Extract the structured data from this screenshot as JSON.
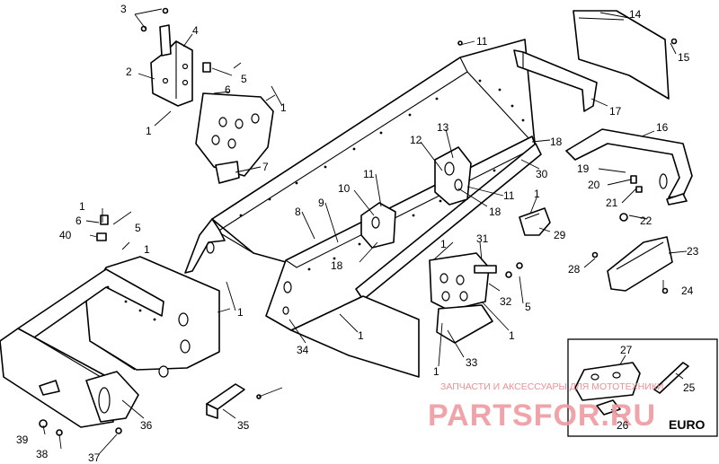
{
  "callouts": [
    {
      "id": "c3",
      "text": "3"
    },
    {
      "id": "c4",
      "text": "4"
    },
    {
      "id": "c2",
      "text": "2"
    },
    {
      "id": "c5a",
      "text": "5"
    },
    {
      "id": "c6a",
      "text": "6"
    },
    {
      "id": "c1a",
      "text": "1"
    },
    {
      "id": "c1b",
      "text": "1"
    },
    {
      "id": "c7",
      "text": "7"
    },
    {
      "id": "c11a",
      "text": "11"
    },
    {
      "id": "c14",
      "text": "14"
    },
    {
      "id": "c15",
      "text": "15"
    },
    {
      "id": "c17",
      "text": "17"
    },
    {
      "id": "c16",
      "text": "16"
    },
    {
      "id": "c18a",
      "text": "18"
    },
    {
      "id": "c30",
      "text": "30"
    },
    {
      "id": "c13",
      "text": "13"
    },
    {
      "id": "c12",
      "text": "12"
    },
    {
      "id": "c11b",
      "text": "11"
    },
    {
      "id": "c10",
      "text": "10"
    },
    {
      "id": "c9",
      "text": "9"
    },
    {
      "id": "c8",
      "text": "8"
    },
    {
      "id": "c11c",
      "text": "11"
    },
    {
      "id": "c18b",
      "text": "18"
    },
    {
      "id": "c1c",
      "text": "1"
    },
    {
      "id": "c29",
      "text": "29"
    },
    {
      "id": "c19",
      "text": "19"
    },
    {
      "id": "c20",
      "text": "20"
    },
    {
      "id": "c21",
      "text": "21"
    },
    {
      "id": "c22",
      "text": "22"
    },
    {
      "id": "c23",
      "text": "23"
    },
    {
      "id": "c28",
      "text": "28"
    },
    {
      "id": "c24",
      "text": "24"
    },
    {
      "id": "c1d",
      "text": "1"
    },
    {
      "id": "c6b",
      "text": "6"
    },
    {
      "id": "c5b",
      "text": "5"
    },
    {
      "id": "c40",
      "text": "40"
    },
    {
      "id": "c1e",
      "text": "1"
    },
    {
      "id": "c18c",
      "text": "18"
    },
    {
      "id": "c1f",
      "text": "1"
    },
    {
      "id": "c31",
      "text": "31"
    },
    {
      "id": "c32",
      "text": "32"
    },
    {
      "id": "c5c",
      "text": "5"
    },
    {
      "id": "c1g",
      "text": "1"
    },
    {
      "id": "c33",
      "text": "33"
    },
    {
      "id": "c1h",
      "text": "1"
    },
    {
      "id": "c34",
      "text": "34"
    },
    {
      "id": "c1i",
      "text": "1"
    },
    {
      "id": "c1j",
      "text": "1"
    },
    {
      "id": "c35",
      "text": "35"
    },
    {
      "id": "c36",
      "text": "36"
    },
    {
      "id": "c39",
      "text": "39"
    },
    {
      "id": "c38",
      "text": "38"
    },
    {
      "id": "c37",
      "text": "37"
    },
    {
      "id": "c27",
      "text": "27"
    },
    {
      "id": "c25",
      "text": "25"
    },
    {
      "id": "c26",
      "text": "26"
    }
  ],
  "inset": {
    "label": "EURO"
  },
  "watermark": {
    "tagline": "ЗАПЧАСТИ И АКСЕССУАРЫ ДЛЯ МОТОТЕХНИКИ",
    "brand": "PARTSFOR.RU"
  }
}
